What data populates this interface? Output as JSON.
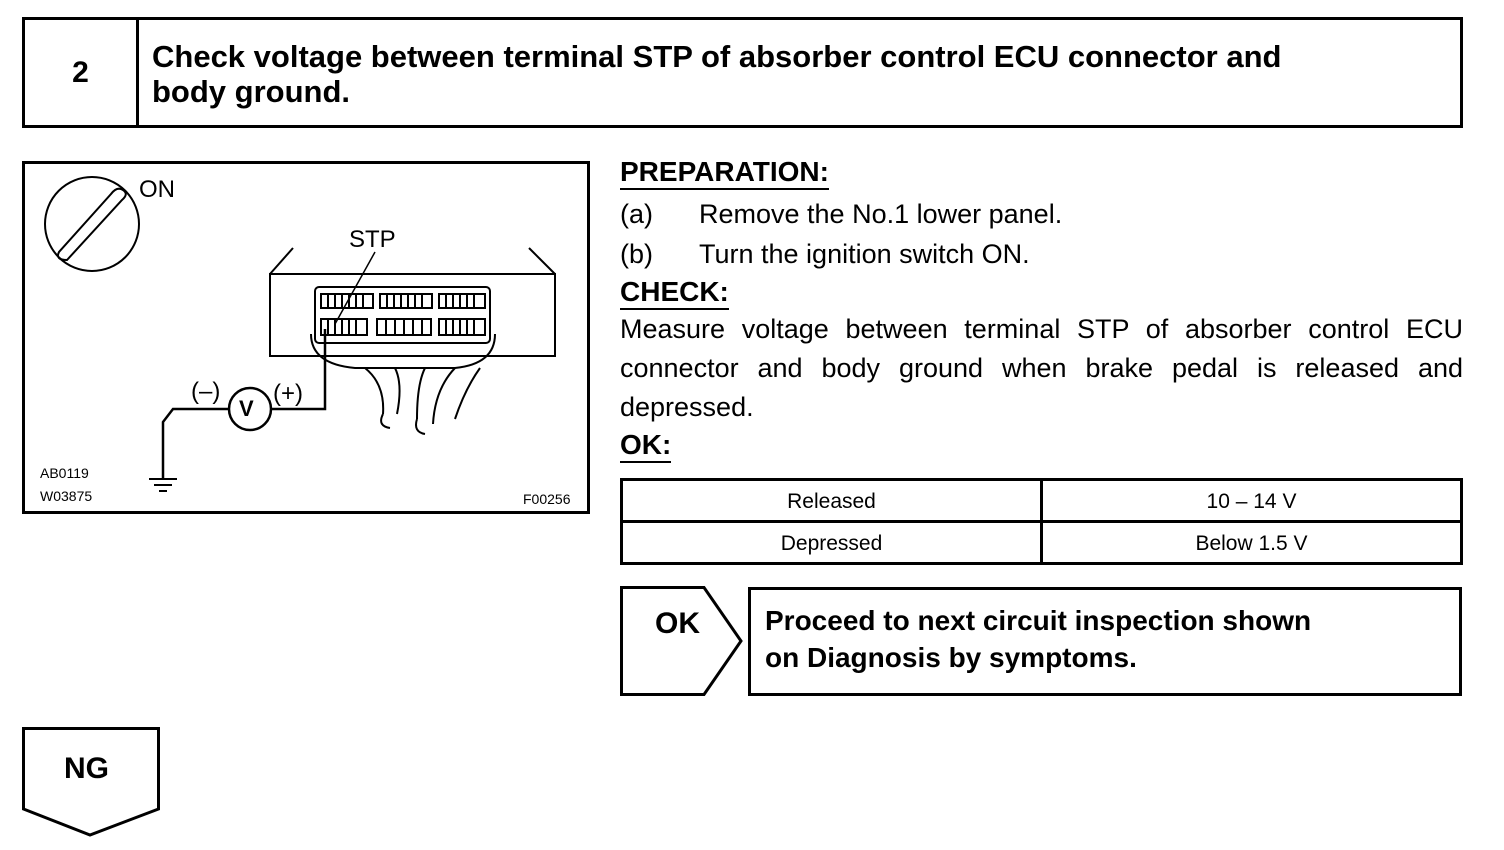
{
  "step": {
    "number": "2",
    "title_line1": "Check voltage between terminal STP of absorber control ECU connector and",
    "title_line2": "body ground."
  },
  "figure": {
    "switch_label": "ON",
    "terminal_label": "STP",
    "neg_label": "(–)",
    "pos_label": "(+)",
    "meter_label": "V",
    "code1": "AB0119",
    "code2": "W03875",
    "code3": "F00256"
  },
  "preparation": {
    "heading": "PREPARATION:",
    "items": [
      {
        "letter": "(a)",
        "text": "Remove the No.1 lower panel."
      },
      {
        "letter": "(b)",
        "text": "Turn the ignition switch ON."
      }
    ]
  },
  "check": {
    "heading": "CHECK:",
    "text": "Measure voltage between terminal STP of absorber control ECU connector and body ground when brake pedal is released and depressed."
  },
  "ok_spec": {
    "heading": "OK:",
    "rows": [
      {
        "condition": "Released",
        "value": "10 – 14 V"
      },
      {
        "condition": "Depressed",
        "value": "Below 1.5 V"
      }
    ]
  },
  "ok_result": {
    "label": "OK",
    "line1": "Proceed to next circuit inspection shown",
    "line2": "on Diagnosis by symptoms."
  },
  "ng_result": {
    "label": "NG"
  }
}
